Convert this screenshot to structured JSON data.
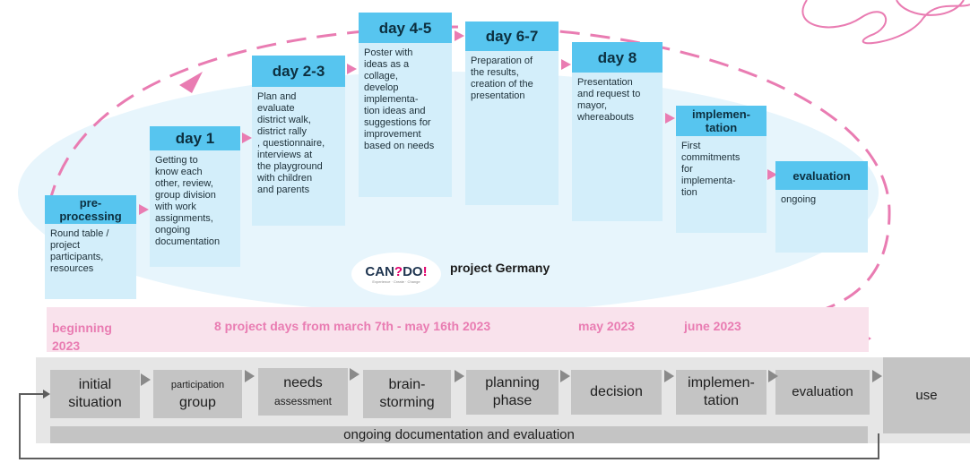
{
  "colors": {
    "phase_header": "#57c5ef",
    "phase_body": "#d3eefa",
    "timeline": "#e97cb2",
    "gray_box": "#c4c4c4"
  },
  "steps": [
    {
      "title": "pre-\nprocessing",
      "text": "Round table /\nproject\nparticipants,\nresources"
    },
    {
      "title": "day 1",
      "text": "Getting to\nknow each\nother, review,\ngroup division\nwith work\nassignments,\nongoing\ndocumentation"
    },
    {
      "title": "day 2-3",
      "text": "Plan and\nevaluate\ndistrict walk,\ndistrict rally\n, questionnaire,\ninterviews at\nthe playground\nwith children\nand parents"
    },
    {
      "title": "day 4-5",
      "text": "Poster with\nideas as a\ncollage,\ndevelop\nimplementa-\ntion ideas and\nsuggestions for\nimprovement\nbased on needs"
    },
    {
      "title": "day 6-7",
      "text": "Preparation of\nthe results,\ncreation of the\npresentation"
    },
    {
      "title": "day 8",
      "text": "Presentation\nand request to\nmayor,\nwhereabouts"
    },
    {
      "title": "implemen-\ntation",
      "text": "First\ncommitments\nfor\nimplementa-\ntion"
    },
    {
      "title": "evaluation",
      "text": "ongoing"
    }
  ],
  "logo": {
    "text_pre": "CAN",
    "text_q": "?",
    "text_post": "DO",
    "text_excl": "!",
    "subtext": "Experience · Create · Change"
  },
  "project_label": "project Germany",
  "timeline": {
    "beginning": "beginning\n2023",
    "span": "8 project days from march 7th - may 16th 2023",
    "may": "may 2023",
    "june": "june 2023"
  },
  "process": {
    "boxes": [
      {
        "line1": "initial",
        "line2": "situation"
      },
      {
        "line1": "participation",
        "line2": "group"
      },
      {
        "line1": "needs",
        "line2": "assessment"
      },
      {
        "line1": "brain-",
        "line2": "storming"
      },
      {
        "line1": "planning",
        "line2": "phase"
      },
      {
        "line1": "decision",
        "line2": ""
      },
      {
        "line1": "implemen-",
        "line2": "tation"
      },
      {
        "line1": "evaluation",
        "line2": ""
      }
    ],
    "use": "use",
    "bottom_strip": "ongoing documentation and evaluation"
  }
}
